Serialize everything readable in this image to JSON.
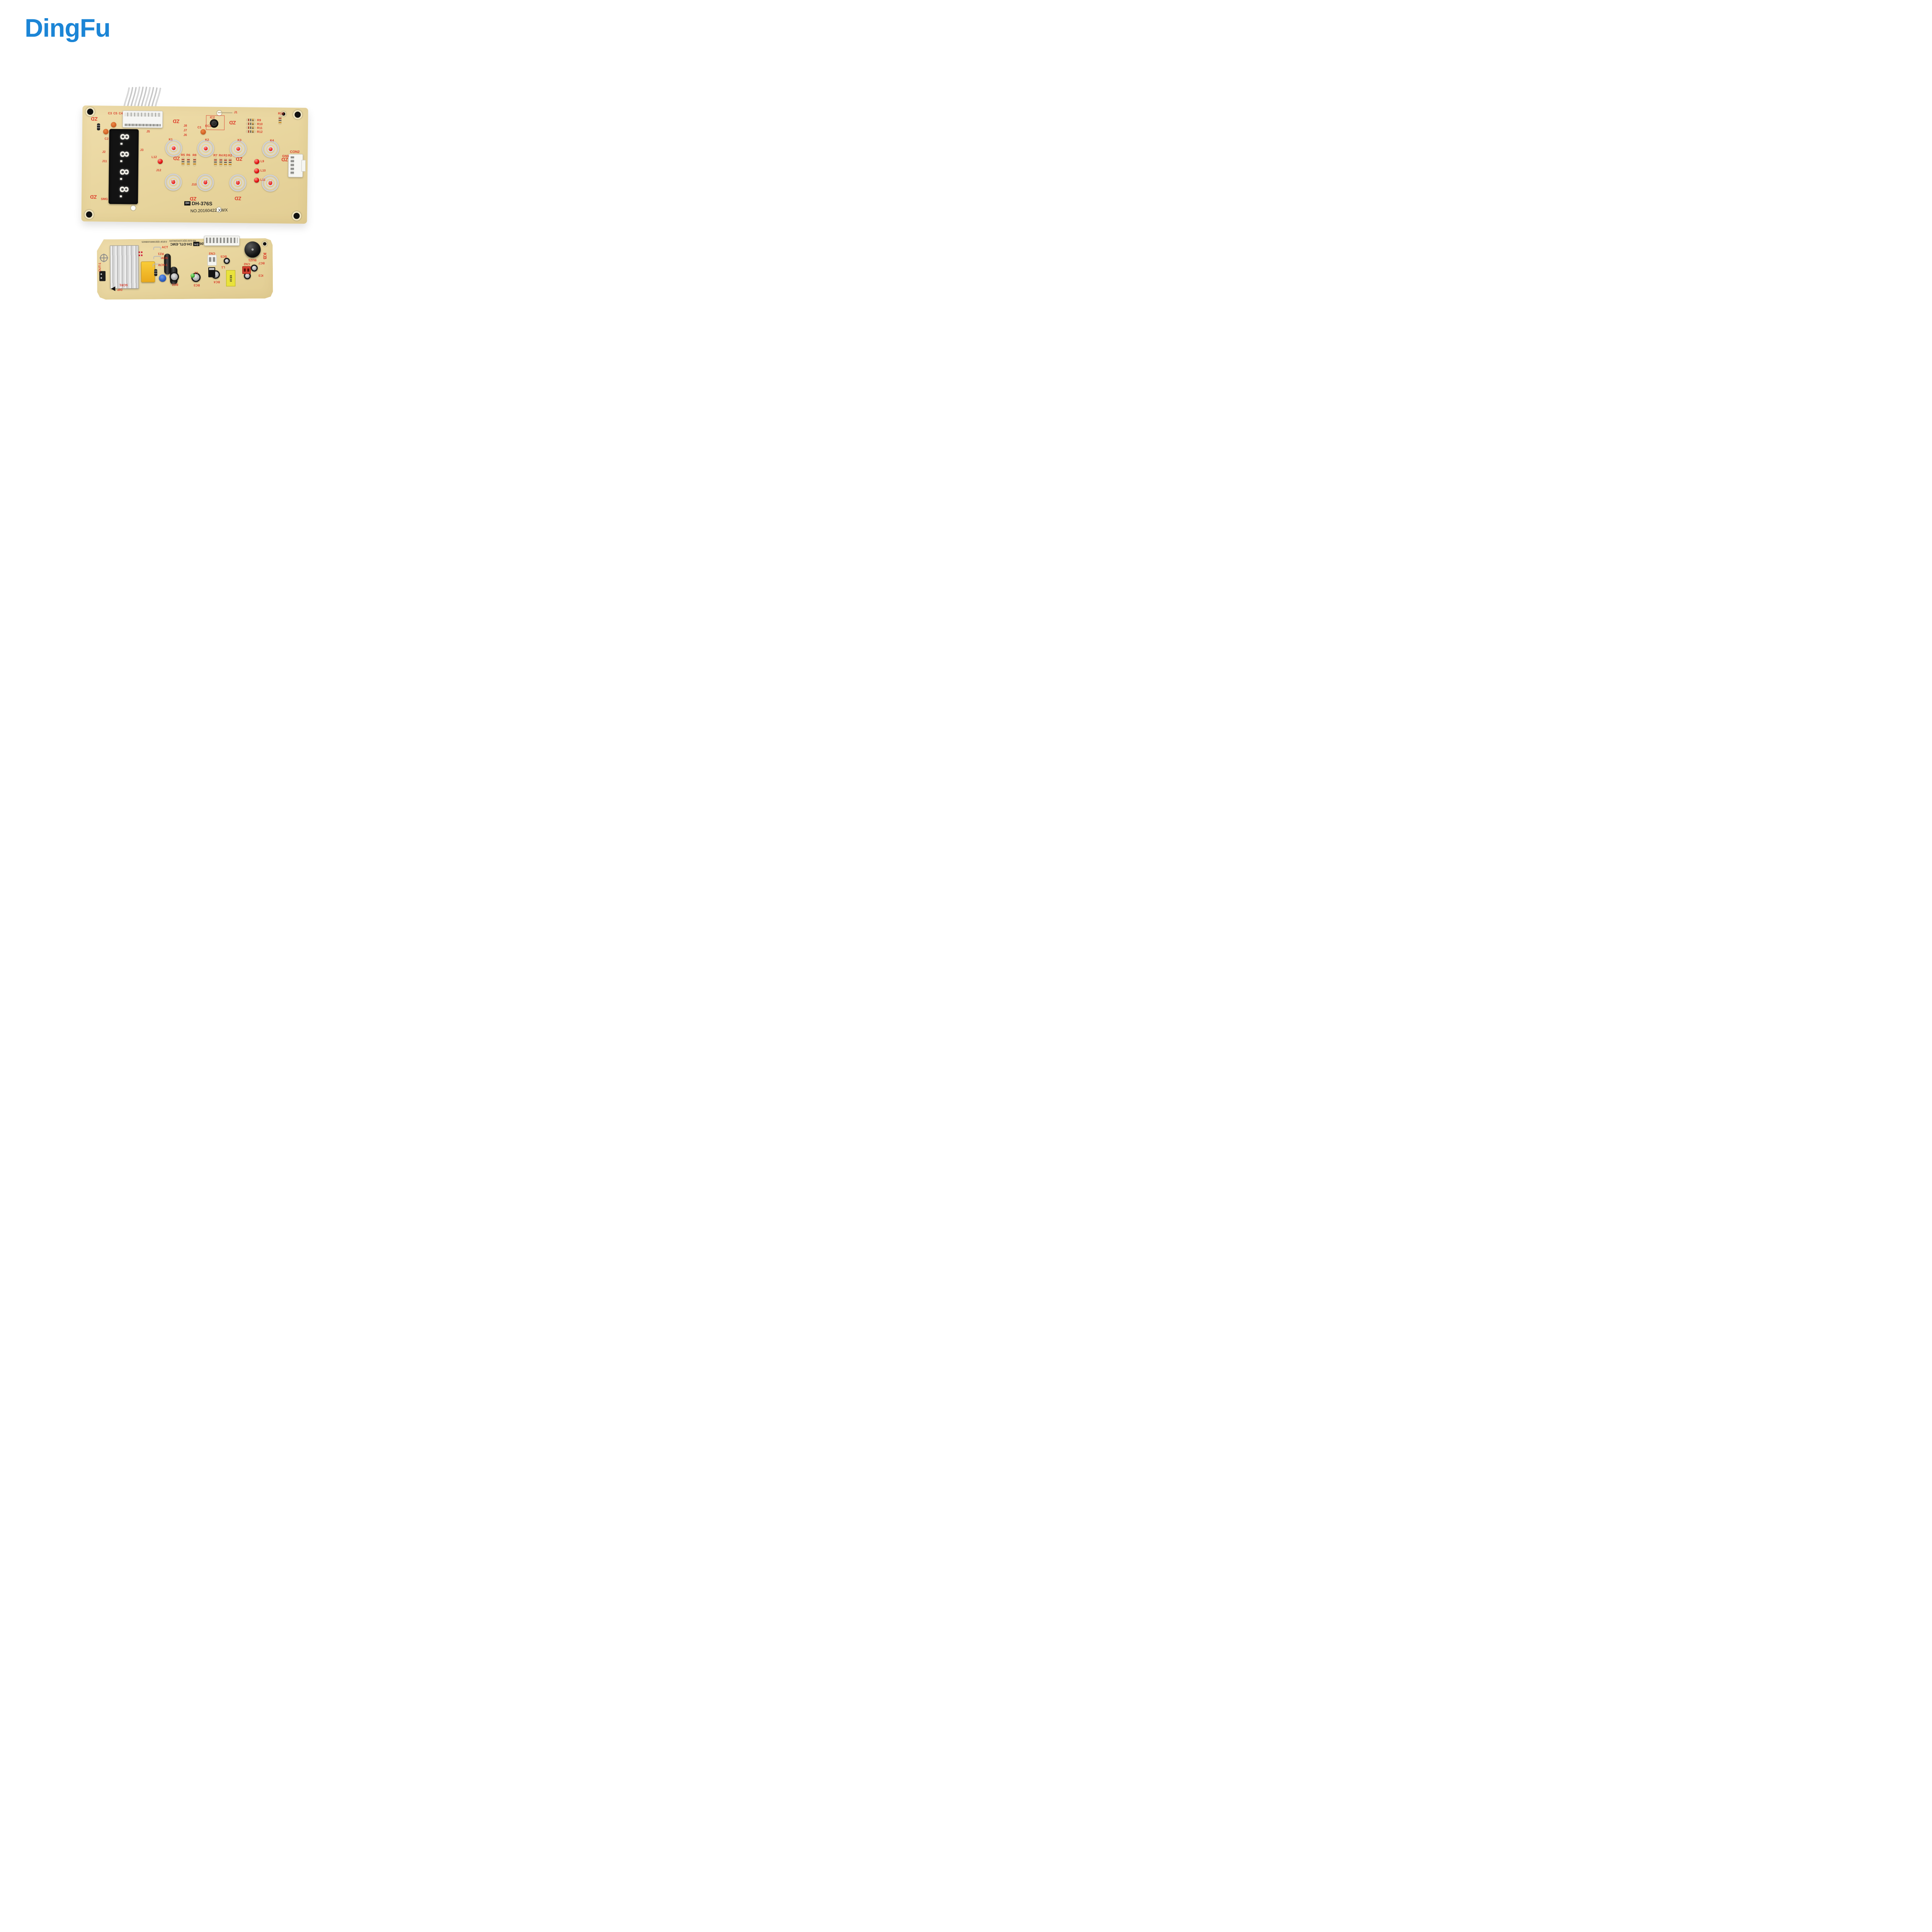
{
  "logo": {
    "text": "DingFu",
    "color": "#1b85d6"
  },
  "board1": {
    "zd": "ZD",
    "display_digits": [
      "8.",
      "8.",
      "8.",
      "8."
    ],
    "smg": "SMG",
    "brand": "DH",
    "model": "DH-376S",
    "serial": "NO.20160422  XWX",
    "con2": "CON2",
    "gnd": "GND",
    "refs": {
      "j1": "J1",
      "j2": "J2",
      "j3": "J3",
      "j5": "J5",
      "j6": "J6",
      "j7": "J7",
      "j8": "J8",
      "j10": "J10",
      "j11": "J11",
      "j12": "J12",
      "k1": "K1",
      "k2": "K2",
      "k3": "K3",
      "k4": "K4",
      "l5": "L5",
      "l6": "L6",
      "l7": "L7",
      "l8": "L8",
      "l9": "L9",
      "l10": "L10",
      "l11": "L11",
      "l12": "L12",
      "r2": "R2",
      "r3": "R3",
      "r4": "R4",
      "r5": "R5",
      "r6": "R6",
      "r7": "R7",
      "r8": "R8",
      "r9": "R9",
      "r10": "R10",
      "r11": "R11",
      "r12": "R12",
      "r13": "R13",
      "c1": "C1",
      "c2": "C2",
      "c3": "C3",
      "c4": "C4",
      "c5": "C5",
      "ec2": "EC2",
      "ic2": "IC2"
    }
  },
  "board2": {
    "brand": "DH",
    "model": "DH-DTL-EMC",
    "serial": "NO.20210610",
    "code_top": "RB-5152  QQC11001061103",
    "code_left": "ZJ(G)F  QQC0900100842S",
    "kb": "KB",
    "refs": {
      "act": "ACT",
      "acn": "ACN",
      "acn1": "ACN-1",
      "out1": "OUT-1",
      "scr1": "SCR1",
      "dip": "DIP",
      "rz1": "RZ1",
      "bc2": "BC2",
      "bc3": "BC3",
      "bc4": "BC4",
      "bc5": "BC5",
      "bc7": "BC7",
      "cn2": "CN2",
      "cn3": "CN3",
      "buz1": "BUZ1",
      "ic3": "IC3",
      "l1": "L1",
      "l2": "L2",
      "ee10": "EE10"
    }
  }
}
